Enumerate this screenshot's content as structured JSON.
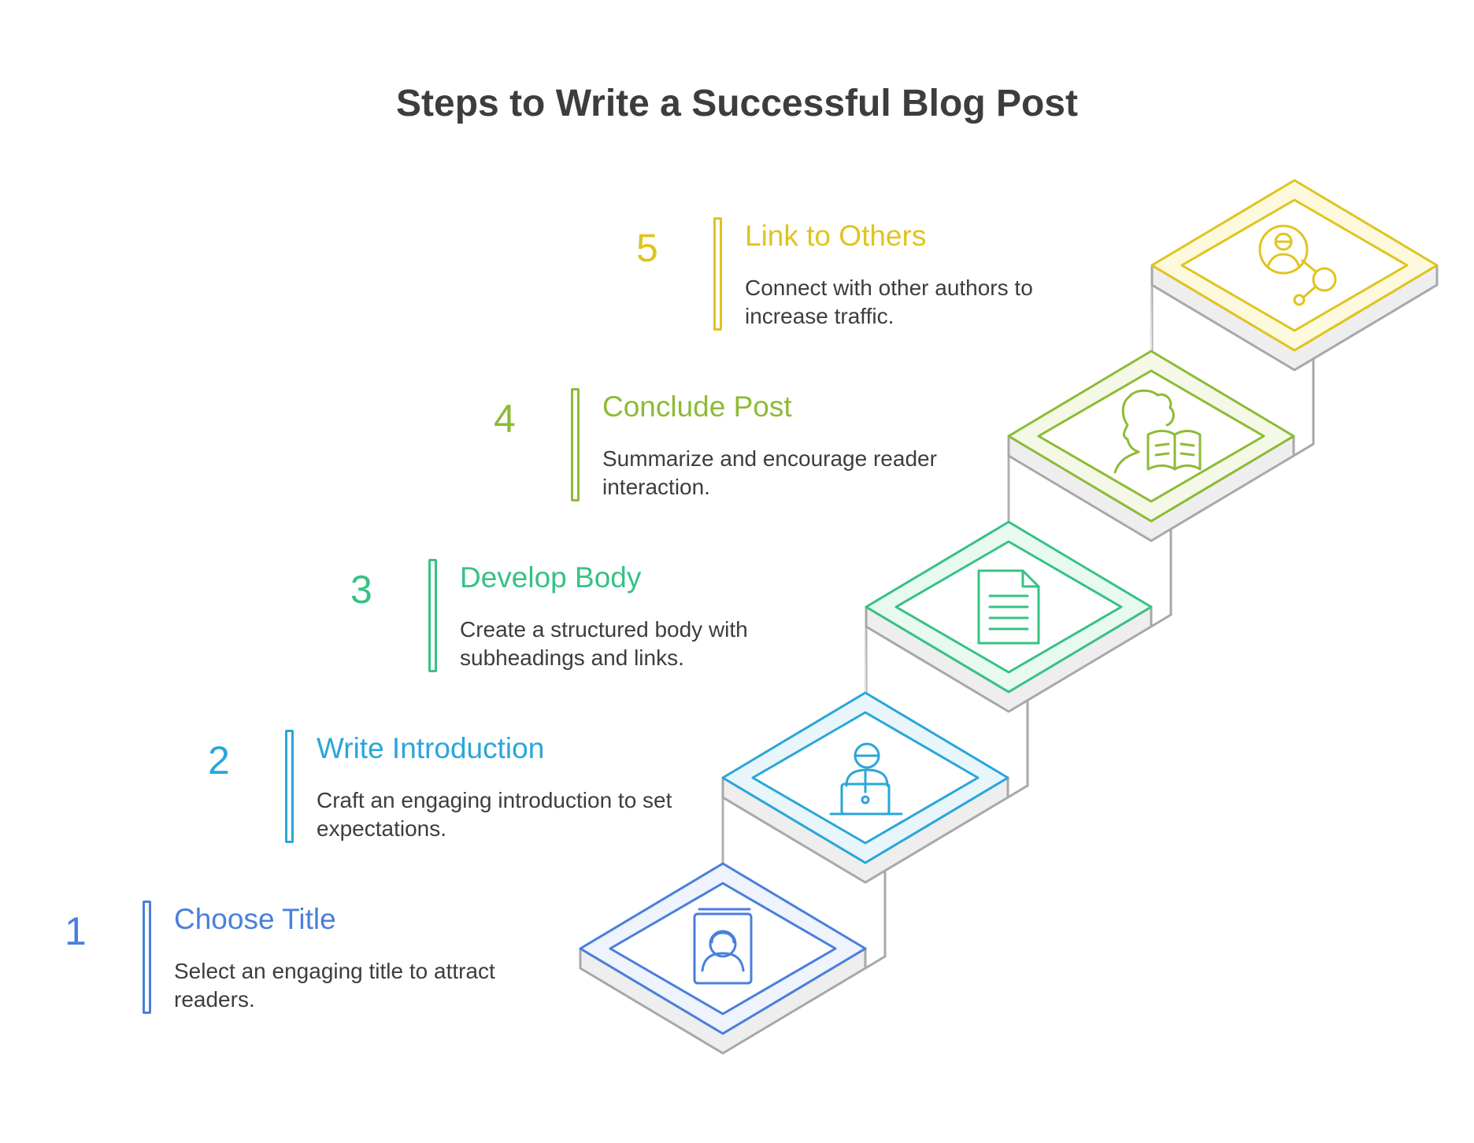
{
  "title": "Steps to Write a Successful Blog Post",
  "steps": [
    {
      "number": "1",
      "title": "Choose Title",
      "description": "Select an engaging title to attract readers.",
      "color": "#4a7fdc",
      "fill": "#eef3fd",
      "icon": "book-portrait-icon"
    },
    {
      "number": "2",
      "title": "Write Introduction",
      "description": "Craft an engaging introduction to set expectations.",
      "color": "#2aa6d9",
      "fill": "#e8f6fc",
      "icon": "person-laptop-icon"
    },
    {
      "number": "3",
      "title": "Develop Body",
      "description": "Create a structured body with subheadings and links.",
      "color": "#36c283",
      "fill": "#e8f9f0",
      "icon": "document-icon"
    },
    {
      "number": "4",
      "title": "Conclude Post",
      "description": "Summarize and encourage reader interaction.",
      "color": "#8dbb35",
      "fill": "#f3f9e6",
      "icon": "person-reading-icon"
    },
    {
      "number": "5",
      "title": "Link to Others",
      "description": "Connect with other authors to increase traffic.",
      "color": "#e0c41f",
      "fill": "#fdf9dd",
      "icon": "user-connect-icon"
    }
  ]
}
